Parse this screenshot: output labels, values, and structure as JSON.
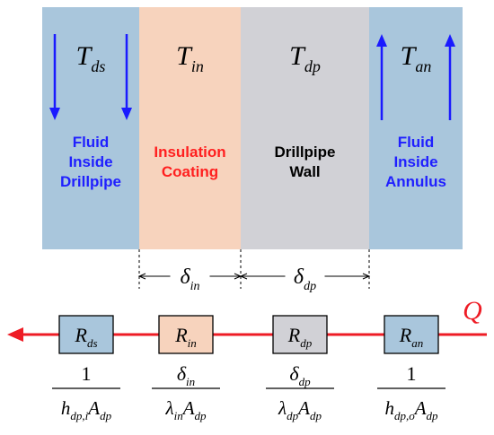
{
  "colors": {
    "fluid_blue": "#a9c6dc",
    "insulation_peach": "#f7d3bd",
    "wall_grey": "#d1d1d6",
    "blue_text": "#1f1fff",
    "red_text": "#ff1f1f",
    "heat_line_red": "#ee1c25",
    "arrow_blue": "#1a1aff"
  },
  "layers": [
    {
      "id": "ds",
      "temp_symbol": "T",
      "temp_sub": "ds",
      "label_lines": [
        "Fluid",
        "Inside",
        "Drillpipe"
      ],
      "fill": "#a9c6dc",
      "label_color": "#1f1fff",
      "flow": "down"
    },
    {
      "id": "in",
      "temp_symbol": "T",
      "temp_sub": "in",
      "label_lines": [
        "Insulation",
        "Coating"
      ],
      "fill": "#f7d3bd",
      "label_color": "#ff1f1f",
      "flow": "none"
    },
    {
      "id": "dp",
      "temp_symbol": "T",
      "temp_sub": "dp",
      "label_lines": [
        "Drillpipe",
        "Wall"
      ],
      "fill": "#d1d1d6",
      "label_color": "#000000",
      "flow": "none"
    },
    {
      "id": "an",
      "temp_symbol": "T",
      "temp_sub": "an",
      "label_lines": [
        "Fluid",
        "Inside",
        "Annulus"
      ],
      "fill": "#a9c6dc",
      "label_color": "#1f1fff",
      "flow": "up"
    }
  ],
  "thicknesses": [
    {
      "symbol": "δ",
      "sub": "in"
    },
    {
      "symbol": "δ",
      "sub": "dp"
    }
  ],
  "heat_flow": {
    "symbol": "Q"
  },
  "resistors": [
    {
      "symbol": "R",
      "sub": "ds",
      "fill": "#a9c6dc",
      "num": {
        "sym": "1",
        "sub": ""
      },
      "den": [
        {
          "sym": "h",
          "sub": "dp,i"
        },
        {
          "sym": "A",
          "sub": "dp"
        }
      ]
    },
    {
      "symbol": "R",
      "sub": "in",
      "fill": "#f7d3bd",
      "num": {
        "sym": "δ",
        "sub": "in"
      },
      "den": [
        {
          "sym": "λ",
          "sub": "in"
        },
        {
          "sym": "A",
          "sub": "dp"
        }
      ]
    },
    {
      "symbol": "R",
      "sub": "dp",
      "fill": "#d1d1d6",
      "num": {
        "sym": "δ",
        "sub": "dp"
      },
      "den": [
        {
          "sym": "λ",
          "sub": "dp"
        },
        {
          "sym": "A",
          "sub": "dp"
        }
      ]
    },
    {
      "symbol": "R",
      "sub": "an",
      "fill": "#a9c6dc",
      "num": {
        "sym": "1",
        "sub": ""
      },
      "den": [
        {
          "sym": "h",
          "sub": "dp,o"
        },
        {
          "sym": "A",
          "sub": "dp"
        }
      ]
    }
  ]
}
